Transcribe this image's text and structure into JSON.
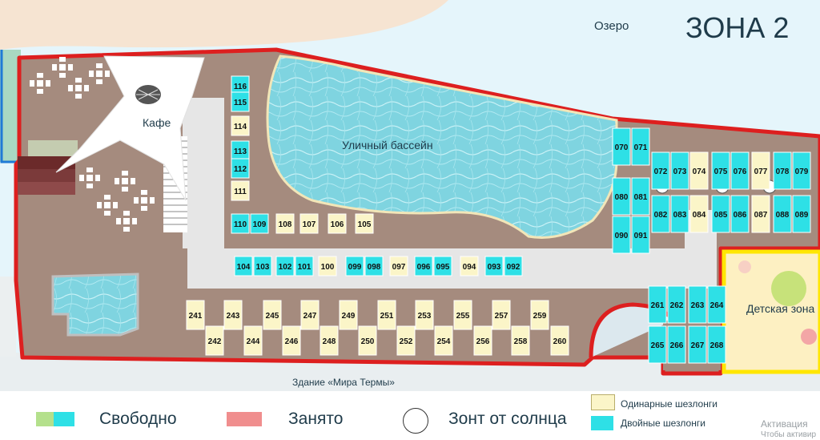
{
  "zone_title": "ЗОНА 2",
  "labels": {
    "lake": "Озеро",
    "cafe": "Кафе",
    "pool": "Уличный бассейн",
    "kids": "Детская зона",
    "building": "Здание «Мира Термы»"
  },
  "legend": {
    "free": "Свободно",
    "busy": "Занято",
    "umbrella": "Зонт от солнца",
    "single": "Одинарные шезлонги",
    "double": "Двойные шезлонги"
  },
  "watermark": {
    "line1": "Активация",
    "line2": "Чтобы активир"
  },
  "colors": {
    "single": "#fbf5c8",
    "double": "#2ee0e6",
    "busy": "#f08e8e",
    "free_green": "#b4e08c",
    "deck": "#a58b7e",
    "border": "#dd1f1f",
    "pool": "#7fd4e0",
    "sand": "#f6e6d6",
    "lake": "#e5f5fb",
    "walkway": "#e6e6e6",
    "kids_border": "#ffe600"
  },
  "seats": [
    {
      "n": "116",
      "t": "double"
    },
    {
      "n": "115",
      "t": "double"
    },
    {
      "n": "114",
      "t": "single"
    },
    {
      "n": "113",
      "t": "double"
    },
    {
      "n": "112",
      "t": "double"
    },
    {
      "n": "111",
      "t": "single"
    },
    {
      "n": "110",
      "t": "double"
    },
    {
      "n": "109",
      "t": "double"
    },
    {
      "n": "108",
      "t": "single"
    },
    {
      "n": "107",
      "t": "single"
    },
    {
      "n": "106",
      "t": "single"
    },
    {
      "n": "105",
      "t": "single"
    },
    {
      "n": "104",
      "t": "double"
    },
    {
      "n": "103",
      "t": "double"
    },
    {
      "n": "102",
      "t": "double"
    },
    {
      "n": "101",
      "t": "double"
    },
    {
      "n": "100",
      "t": "single"
    },
    {
      "n": "099",
      "t": "double"
    },
    {
      "n": "098",
      "t": "double"
    },
    {
      "n": "097",
      "t": "single"
    },
    {
      "n": "096",
      "t": "double"
    },
    {
      "n": "095",
      "t": "double"
    },
    {
      "n": "094",
      "t": "single"
    },
    {
      "n": "093",
      "t": "double"
    },
    {
      "n": "092",
      "t": "double"
    },
    {
      "n": "070",
      "t": "double"
    },
    {
      "n": "071",
      "t": "double"
    },
    {
      "n": "080",
      "t": "double"
    },
    {
      "n": "081",
      "t": "double"
    },
    {
      "n": "090",
      "t": "double"
    },
    {
      "n": "091",
      "t": "double"
    },
    {
      "n": "072",
      "t": "double"
    },
    {
      "n": "073",
      "t": "double"
    },
    {
      "n": "082",
      "t": "double"
    },
    {
      "n": "083",
      "t": "double"
    },
    {
      "n": "074",
      "t": "single"
    },
    {
      "n": "084",
      "t": "single"
    },
    {
      "n": "075",
      "t": "double"
    },
    {
      "n": "076",
      "t": "double"
    },
    {
      "n": "085",
      "t": "double"
    },
    {
      "n": "086",
      "t": "double"
    },
    {
      "n": "077",
      "t": "single"
    },
    {
      "n": "087",
      "t": "single"
    },
    {
      "n": "078",
      "t": "double"
    },
    {
      "n": "079",
      "t": "double"
    },
    {
      "n": "088",
      "t": "double"
    },
    {
      "n": "089",
      "t": "double"
    },
    {
      "n": "241",
      "t": "single"
    },
    {
      "n": "242",
      "t": "single"
    },
    {
      "n": "243",
      "t": "single"
    },
    {
      "n": "244",
      "t": "single"
    },
    {
      "n": "245",
      "t": "single"
    },
    {
      "n": "246",
      "t": "single"
    },
    {
      "n": "247",
      "t": "single"
    },
    {
      "n": "248",
      "t": "single"
    },
    {
      "n": "249",
      "t": "single"
    },
    {
      "n": "250",
      "t": "single"
    },
    {
      "n": "251",
      "t": "single"
    },
    {
      "n": "252",
      "t": "single"
    },
    {
      "n": "253",
      "t": "single"
    },
    {
      "n": "254",
      "t": "single"
    },
    {
      "n": "255",
      "t": "single"
    },
    {
      "n": "256",
      "t": "single"
    },
    {
      "n": "257",
      "t": "single"
    },
    {
      "n": "258",
      "t": "single"
    },
    {
      "n": "259",
      "t": "single"
    },
    {
      "n": "260",
      "t": "single"
    },
    {
      "n": "261",
      "t": "double"
    },
    {
      "n": "262",
      "t": "double"
    },
    {
      "n": "263",
      "t": "double"
    },
    {
      "n": "264",
      "t": "double"
    },
    {
      "n": "265",
      "t": "double"
    },
    {
      "n": "266",
      "t": "double"
    },
    {
      "n": "267",
      "t": "double"
    },
    {
      "n": "268",
      "t": "double"
    }
  ]
}
